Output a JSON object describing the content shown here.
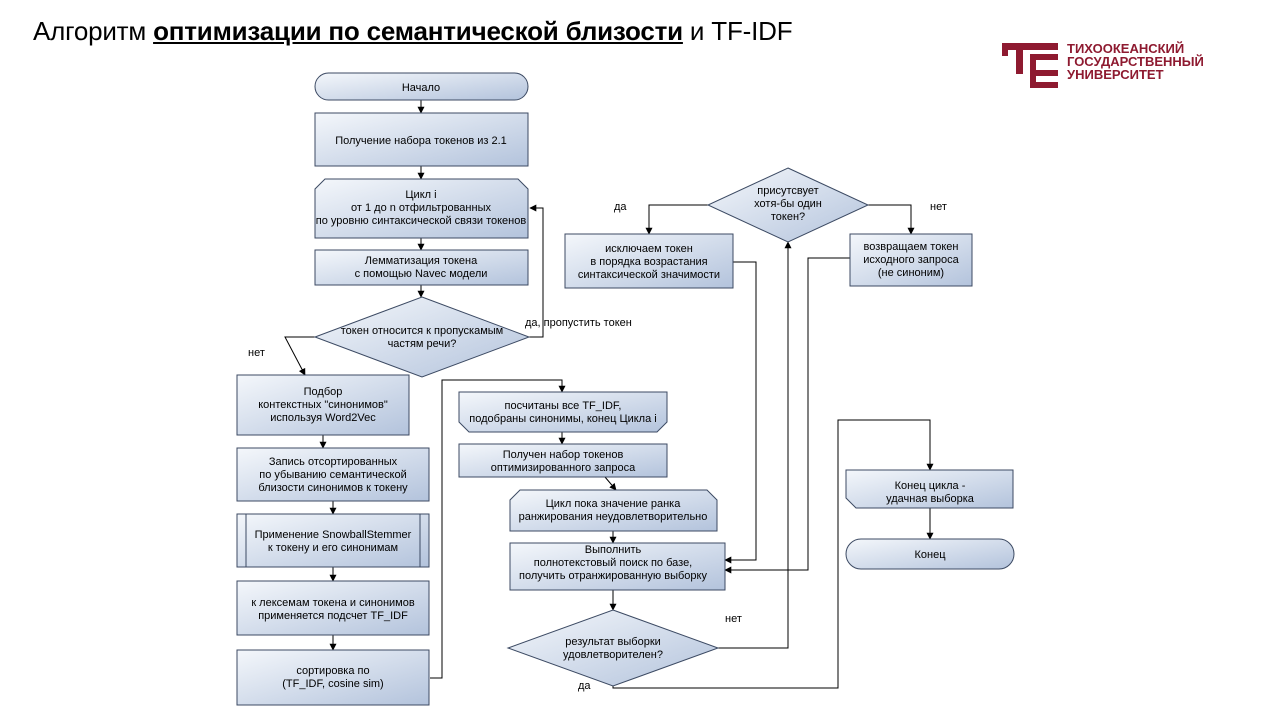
{
  "title": {
    "prefix": "Алгоритм ",
    "bold": "оптимизации по семантической близости",
    "suffix": " и TF-IDF"
  },
  "logo": {
    "lines": [
      "ТИХООКЕАНСКИЙ",
      "ГОСУДАРСТВЕННЫЙ",
      "УНИВЕРСИТЕТ"
    ],
    "color": "#8e1a30"
  },
  "colors": {
    "box_fill_start": "#f4f7fb",
    "box_fill_end": "#b3c3dc",
    "stroke": "#3c4a63",
    "line": "#000000"
  },
  "nodes": {
    "start": [
      "Начало"
    ],
    "get_tokens": [
      "Получение набора токенов из 2.1"
    ],
    "loop_i": [
      "Цикл  i",
      "от 1 до n отфильтрованных",
      "по уровню синтаксической связи токенов"
    ],
    "lemmatize": [
      "Лемматизация токена",
      "с помощью Navec модели"
    ],
    "skip_check": [
      "токен относится к пропускамым",
      "частям речи?"
    ],
    "word2vec": [
      "Подбор",
      "контекстных \"синонимов\"",
      "используя Word2Vec"
    ],
    "sort_record": [
      "Запись отсортированных",
      "по убыванию семантической",
      "близости синонимов к токену"
    ],
    "stemmer": [
      "Применение SnowballStemmer",
      "к токену и его синонимам"
    ],
    "tfidf_calc": [
      "к лексемам токена и синонимов",
      "применяется подсчет TF_IDF"
    ],
    "sort_tfidf": [
      "сортировка по",
      "(TF_IDF, cosine sim)"
    ],
    "loop_end": [
      "посчитаны все TF_IDF,",
      "подобраны синонимы, конец Цикла i"
    ],
    "optimized_set": [
      "Получен набор токенов",
      "оптимизированного запроса"
    ],
    "rank_loop": [
      "Цикл пока значение ранка",
      "ранжирования неудовлетворительно"
    ],
    "search": [
      "Выполнить",
      "полнотекстовый поиск по базе,",
      "получить отранжированную выборку"
    ],
    "result_check": [
      "результат выборки",
      "удовлетворителен?"
    ],
    "token_exists": [
      "присутсвует",
      "хотя-бы один",
      "токен?"
    ],
    "exclude_token": [
      "исключаем токен",
      "в порядка возрастания",
      "синтаксической значимости"
    ],
    "return_token": [
      "возвращаем токен",
      "исходного запроса",
      "(не синоним)"
    ],
    "loop_end_success": [
      "Конец цикла -",
      "удачная выборка"
    ],
    "end": [
      "Конец"
    ]
  },
  "edge_labels": {
    "skip_yes": "да, пропустить токен",
    "skip_no": "нет",
    "exists_yes": "да",
    "exists_no": "нет",
    "result_no": "нет",
    "result_yes": "да"
  }
}
